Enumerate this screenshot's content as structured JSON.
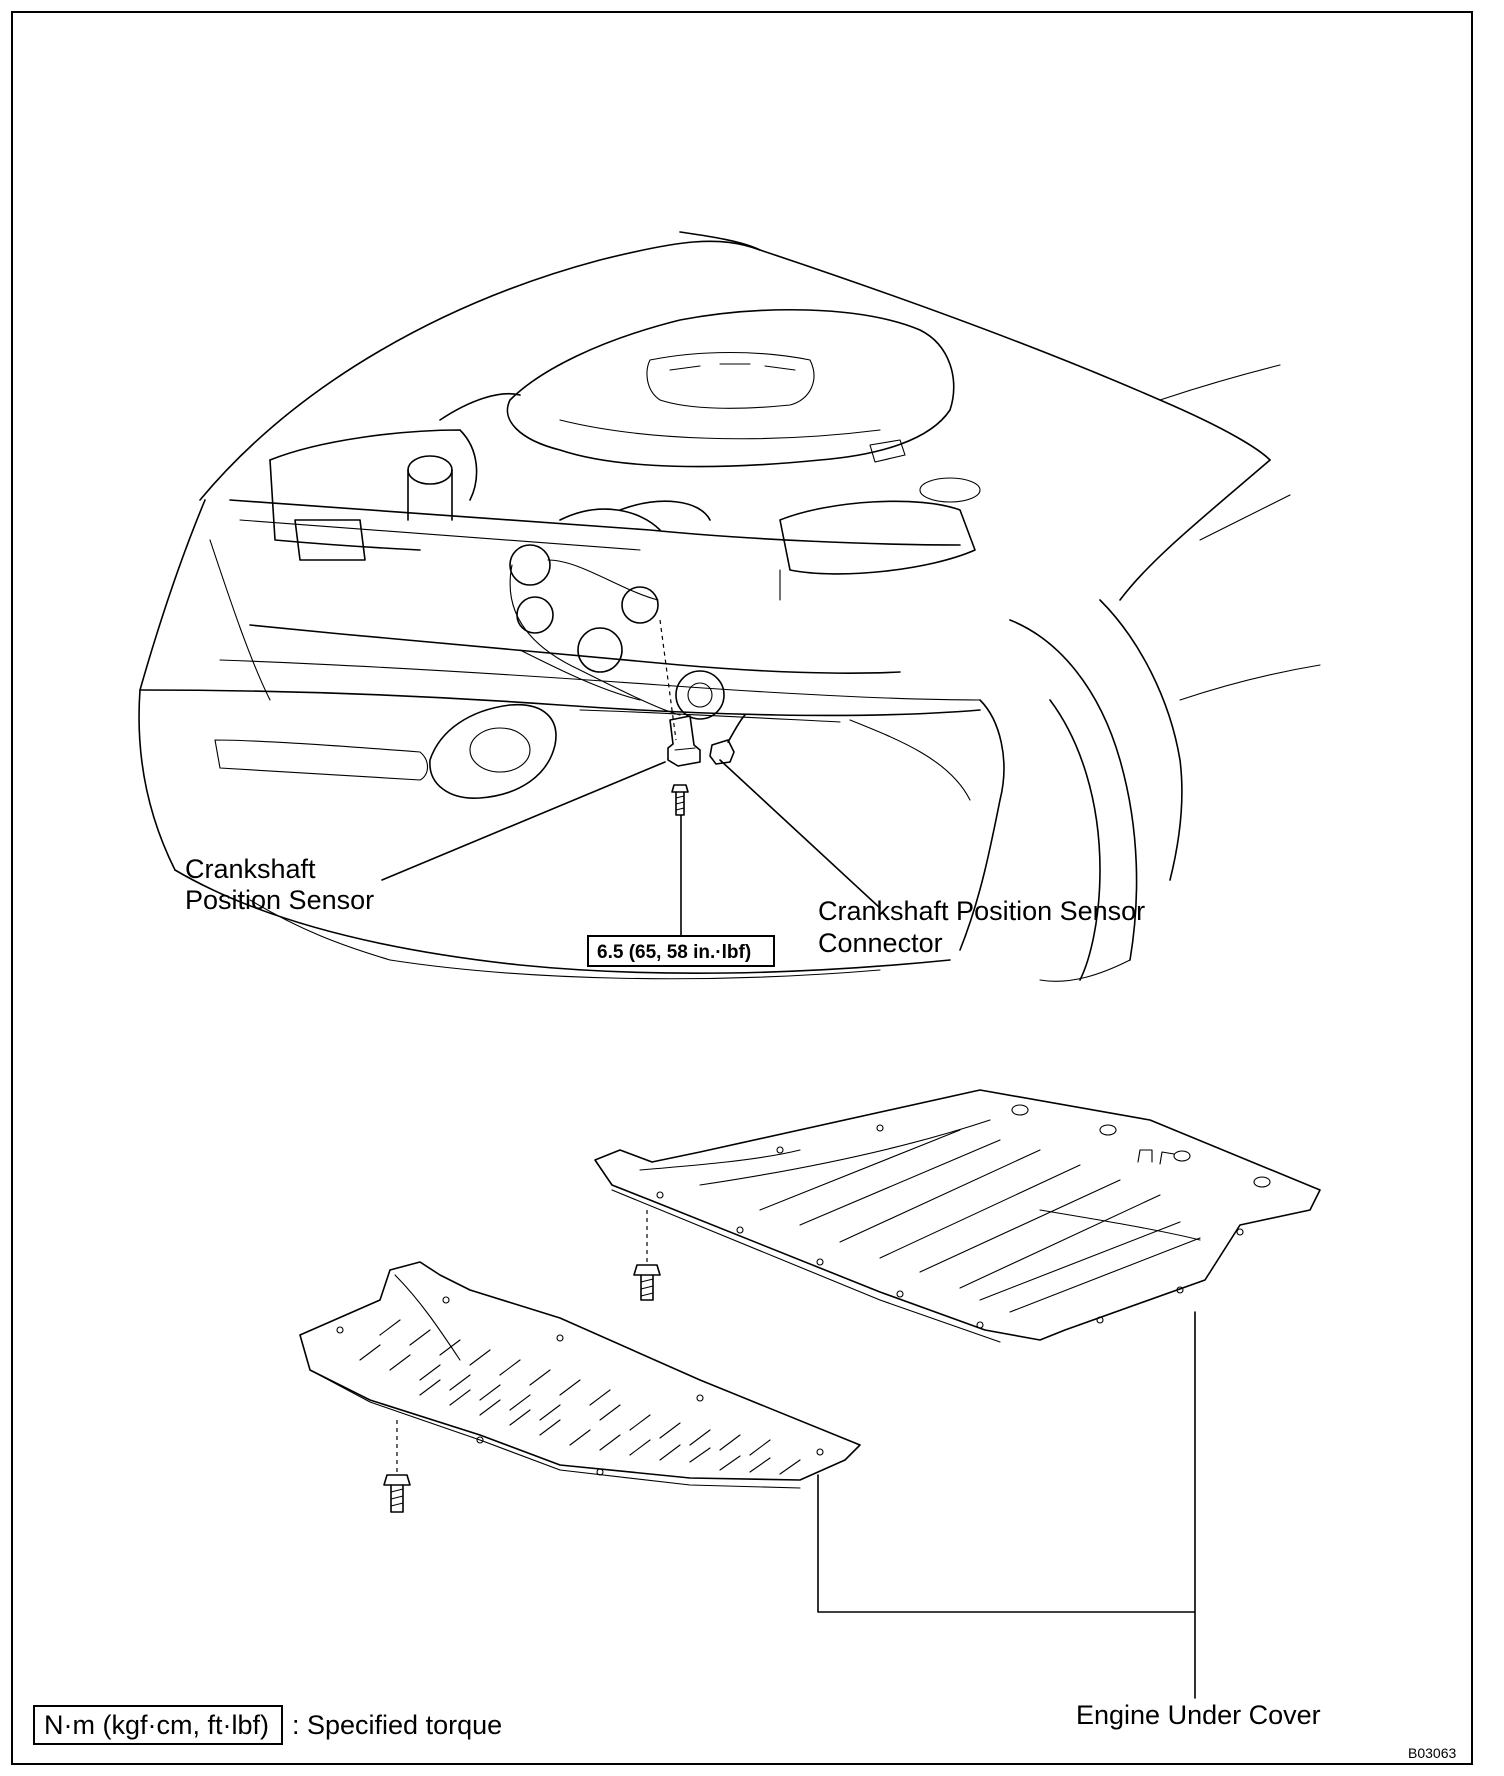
{
  "labels": {
    "crankshaft_sensor_line1": "Crankshaft",
    "crankshaft_sensor_line2": "Position Sensor",
    "connector_line1": "Crankshaft Position Sensor",
    "connector_line2": "Connector",
    "torque_spec": "6.5 (65, 58 in.·lbf)",
    "engine_under_cover": "Engine Under Cover",
    "legend_box": "N·m (kgf·cm, ft·lbf)",
    "legend_text": ": Specified torque",
    "figure_code": "B03063"
  },
  "icons": {
    "bolt": "bolt-icon",
    "sensor": "sensor-icon",
    "connector": "connector-icon"
  },
  "colors": {
    "line": "#000000",
    "background": "#ffffff"
  }
}
